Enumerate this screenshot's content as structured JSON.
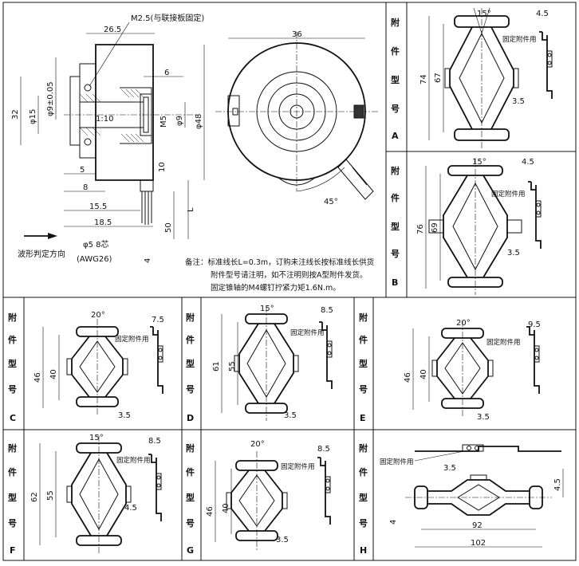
{
  "main": {
    "labels": {
      "thread_note": "M2.5(与联接板固定)",
      "taper": "1:10",
      "wave_direction": "波形判定方向",
      "cable_spec": "φ5  8芯",
      "cable_awg": "(AWG26)",
      "len_L": "L"
    },
    "dims": {
      "d26_5": "26.5",
      "d6": "6",
      "d_phi9": "φ9",
      "d_phi9_005": "φ9±0.05",
      "d32": "32",
      "d_phi15": "φ15",
      "d_m5": "M5",
      "d_phi48": "φ48",
      "d36": "36",
      "d5": "5",
      "d8": "8",
      "d10": "10",
      "d15_5": "15.5",
      "d18_5": "18.5",
      "d50": "50",
      "d4": "4",
      "d45deg": "45°"
    },
    "notes": [
      "备注：标准线长L=0.3m，订购未注线长按标准线长供货",
      "附件型号请注明，如不注明则按A型附件发货。",
      "固定锥轴的M4螺钉拧紧力矩1.6N.m。"
    ]
  },
  "panels": {
    "A": {
      "label_chars": [
        "附",
        "件",
        "型",
        "号"
      ],
      "letter": "A",
      "angle": "15°",
      "offset": "4.5",
      "h_outer": "74",
      "h_inner": "67",
      "thickness": "3.5",
      "callout": "固定附件用"
    },
    "B": {
      "label_chars": [
        "附",
        "件",
        "型",
        "号"
      ],
      "letter": "B",
      "angle": "15°",
      "offset": "4.5",
      "h_outer": "76",
      "h_inner": "69",
      "thickness": "3.5",
      "callout": "固定附件用"
    },
    "C": {
      "label_chars": [
        "附",
        "件",
        "型",
        "号"
      ],
      "letter": "C",
      "angle": "20°",
      "offset": "7.5",
      "h_outer": "46",
      "h_inner": "40",
      "thickness": "3.5",
      "callout": "固定附件用"
    },
    "D": {
      "label_chars": [
        "附",
        "件",
        "型",
        "号"
      ],
      "letter": "D",
      "angle": "15°",
      "offset": "8.5",
      "h_outer": "61",
      "h_inner": "55",
      "thickness": "3.5",
      "callout": "固定附件用"
    },
    "E": {
      "label_chars": [
        "附",
        "件",
        "型",
        "号"
      ],
      "letter": "E",
      "angle": "20°",
      "offset": "9.5",
      "h_outer": "46",
      "h_inner": "40",
      "thickness": "3.5",
      "callout": "固定附件用"
    },
    "F": {
      "label_chars": [
        "附",
        "件",
        "型",
        "号"
      ],
      "letter": "F",
      "angle": "15°",
      "offset": "8.5",
      "h_outer": "62",
      "h_inner": "55",
      "thickness": "4.5",
      "callout": "固定附件用"
    },
    "G": {
      "label_chars": [
        "附",
        "件",
        "型",
        "号"
      ],
      "letter": "G",
      "angle": "20°",
      "offset": "8.5",
      "h_outer": "46",
      "h_inner": "40",
      "thickness": "3.5",
      "callout": "固定附件用"
    },
    "H": {
      "label_chars": [
        "附",
        "件",
        "型",
        "号"
      ],
      "letter": "H",
      "offset": "3.5",
      "height": "4.5",
      "side": "4",
      "inner": "92",
      "outer": "102",
      "callout": "固定附件用"
    }
  }
}
